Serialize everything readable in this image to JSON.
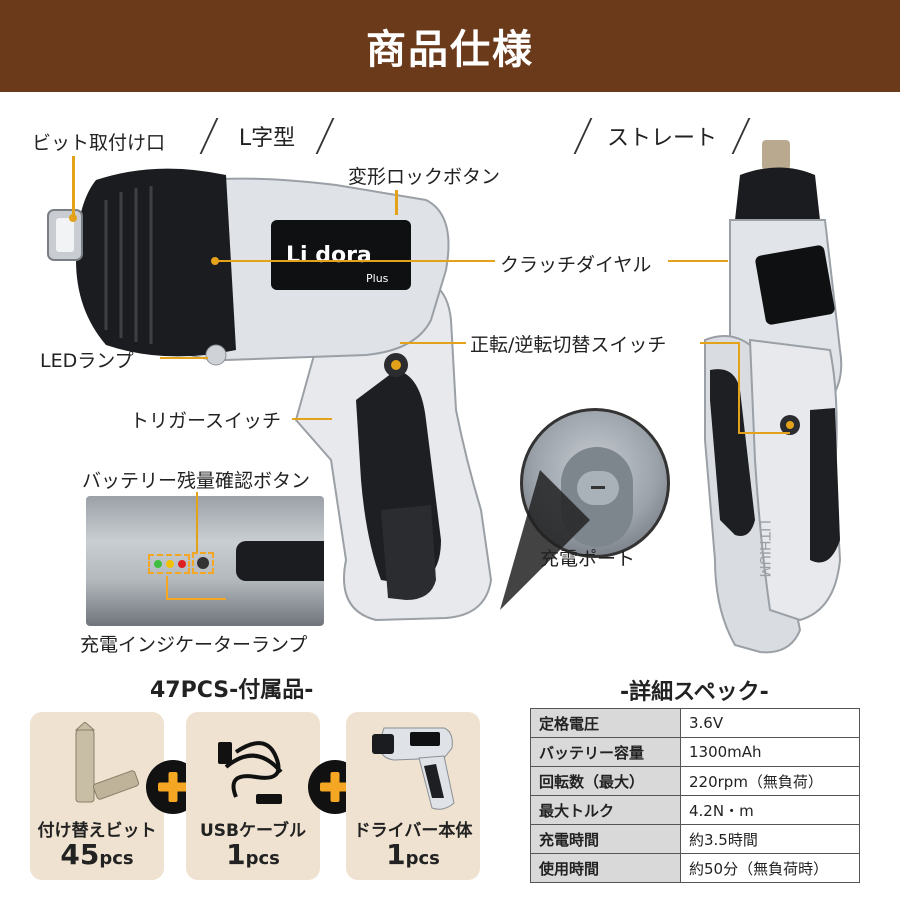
{
  "banner": {
    "title": "商品仕様"
  },
  "variants": {
    "l_type": "L字型",
    "straight": "ストレート"
  },
  "brand": {
    "name": "Li dora",
    "sub": "Plus"
  },
  "callouts": {
    "bit_mount": "ビット取付け口",
    "transform_lock": "変形ロックボタン",
    "clutch_dial": "クラッチダイヤル",
    "led_lamp": "LEDランプ",
    "direction_switch": "正転/逆転切替スイッチ",
    "trigger_switch": "トリガースイッチ",
    "battery_check": "バッテリー残量確認ボタン",
    "charge_port": "充電ポート",
    "charge_indicator": "充電インジケーターランプ"
  },
  "accessories": {
    "title": "47PCS-付属品-",
    "items": [
      {
        "name": "付け替えビット",
        "qty": "45",
        "unit": "pcs"
      },
      {
        "name": "USBケーブル",
        "qty": "1",
        "unit": "pcs"
      },
      {
        "name": "ドライバー本体",
        "qty": "1",
        "unit": "pcs"
      }
    ]
  },
  "specs": {
    "title": "-詳細スペック-",
    "rows": [
      {
        "key": "定格電圧",
        "value": "3.6V"
      },
      {
        "key": "バッテリー容量",
        "value": "1300mAh"
      },
      {
        "key": "回転数（最大）",
        "value": "220rpm（無負荷）"
      },
      {
        "key": "最大トルク",
        "value": "4.2N・m"
      },
      {
        "key": "充電時間",
        "value": "約3.5時間"
      },
      {
        "key": "使用時間",
        "value": "約50分（無負荷時）"
      }
    ]
  },
  "colors": {
    "banner": "#6b3a1b",
    "accent": "#e3a21a",
    "card": "#efe2d0",
    "plus": "#f5a623"
  }
}
